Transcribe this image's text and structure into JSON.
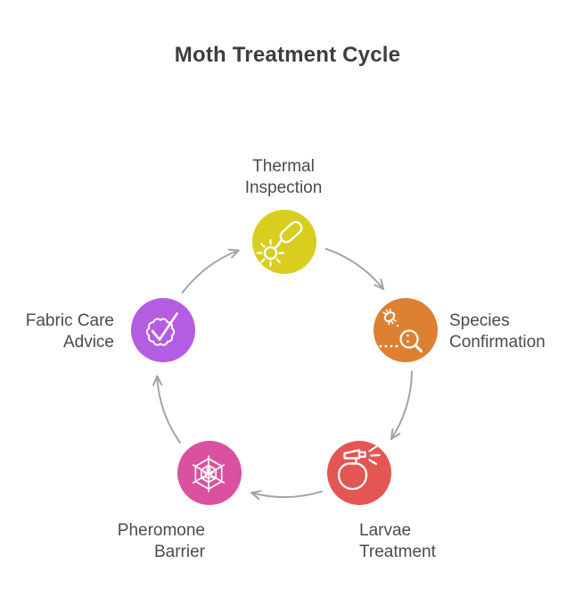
{
  "title": "Moth Treatment Cycle",
  "nodes": [
    {
      "id": "thermal-inspection",
      "label": "Thermal\nInspection",
      "color": "#d9ce1f",
      "icon": "thermal-scanner-icon"
    },
    {
      "id": "species-confirmation",
      "label": "Species\nConfirmation",
      "color": "#dd8031",
      "icon": "bug-magnifier-icon"
    },
    {
      "id": "larvae-treatment",
      "label": "Larvae\nTreatment",
      "color": "#e35653",
      "icon": "spray-bottle-icon"
    },
    {
      "id": "pheromone-barrier",
      "label": "Pheromone\nBarrier",
      "color": "#da51a0",
      "icon": "spider-web-icon"
    },
    {
      "id": "fabric-care-advice",
      "label": "Fabric Care\nAdvice",
      "color": "#b45ce2",
      "icon": "approval-badge-icon"
    }
  ],
  "arrows": [
    {
      "from": "thermal-inspection",
      "to": "species-confirmation"
    },
    {
      "from": "species-confirmation",
      "to": "larvae-treatment"
    },
    {
      "from": "larvae-treatment",
      "to": "pheromone-barrier"
    },
    {
      "from": "pheromone-barrier",
      "to": "fabric-care-advice"
    },
    {
      "from": "fabric-care-advice",
      "to": "thermal-inspection"
    }
  ],
  "style": {
    "arrow_color": "#a4a4a4",
    "icon_stroke": "#ffffff",
    "title_color": "#3d3d3d",
    "label_color": "#4b4b4b",
    "background": "#ffffff"
  }
}
